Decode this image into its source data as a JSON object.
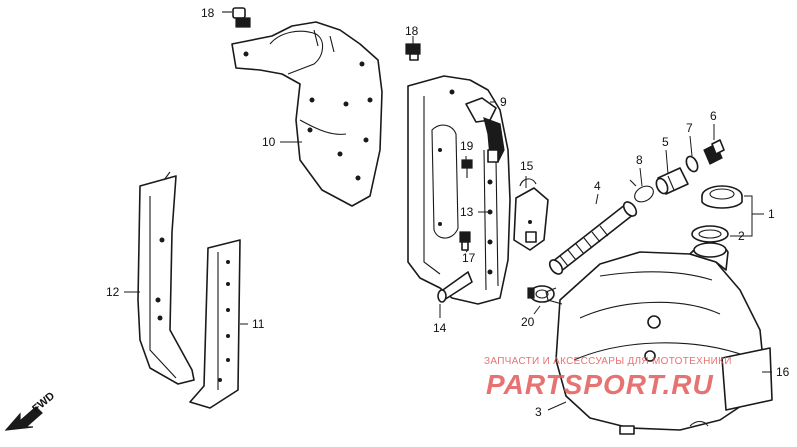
{
  "callouts": {
    "c1": "1",
    "c2": "2",
    "c3": "3",
    "c4": "4",
    "c5": "5",
    "c6": "6",
    "c7": "7",
    "c8": "8",
    "c9": "9",
    "c10": "10",
    "c11": "11",
    "c12": "12",
    "c13": "13",
    "c14": "14",
    "c15": "15",
    "c16": "16",
    "c17": "17",
    "c18a": "18",
    "c18b": "18",
    "c19": "19",
    "c20": "20"
  },
  "fwd_label": "FWD",
  "watermark": {
    "line1": "ЗАПЧАСТИ И АКСЕССУАРЫ ДЛЯ МОТОТЕХНИКИ",
    "line2": "PARTSPORT.RU",
    "color": "#e25a5a"
  }
}
